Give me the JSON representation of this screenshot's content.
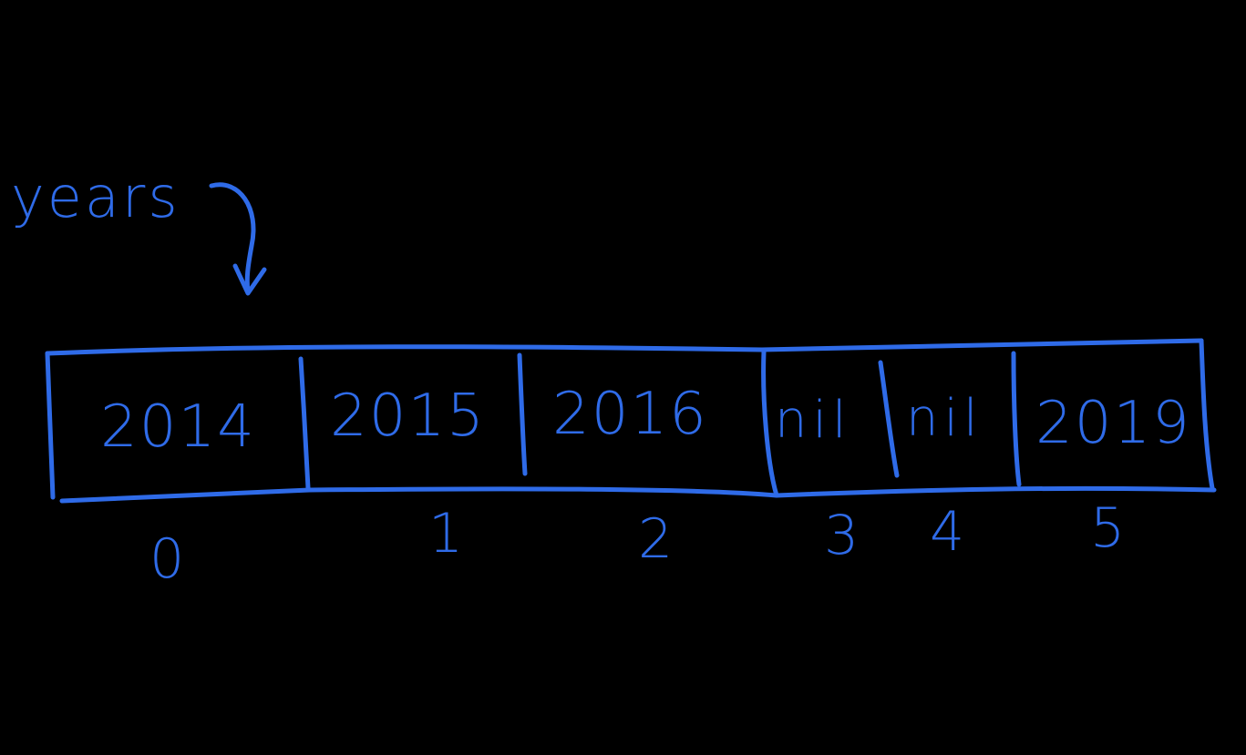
{
  "diagram": {
    "variable_label": "years",
    "stroke_color": "#2f6be8",
    "background_color": "#000000",
    "cells": [
      {
        "value": "2014",
        "index": "0"
      },
      {
        "value": "2015",
        "index": "1"
      },
      {
        "value": "2016",
        "index": "2"
      },
      {
        "value": "nil",
        "index": "3"
      },
      {
        "value": "nil",
        "index": "4"
      },
      {
        "value": "2019",
        "index": "5"
      }
    ]
  }
}
